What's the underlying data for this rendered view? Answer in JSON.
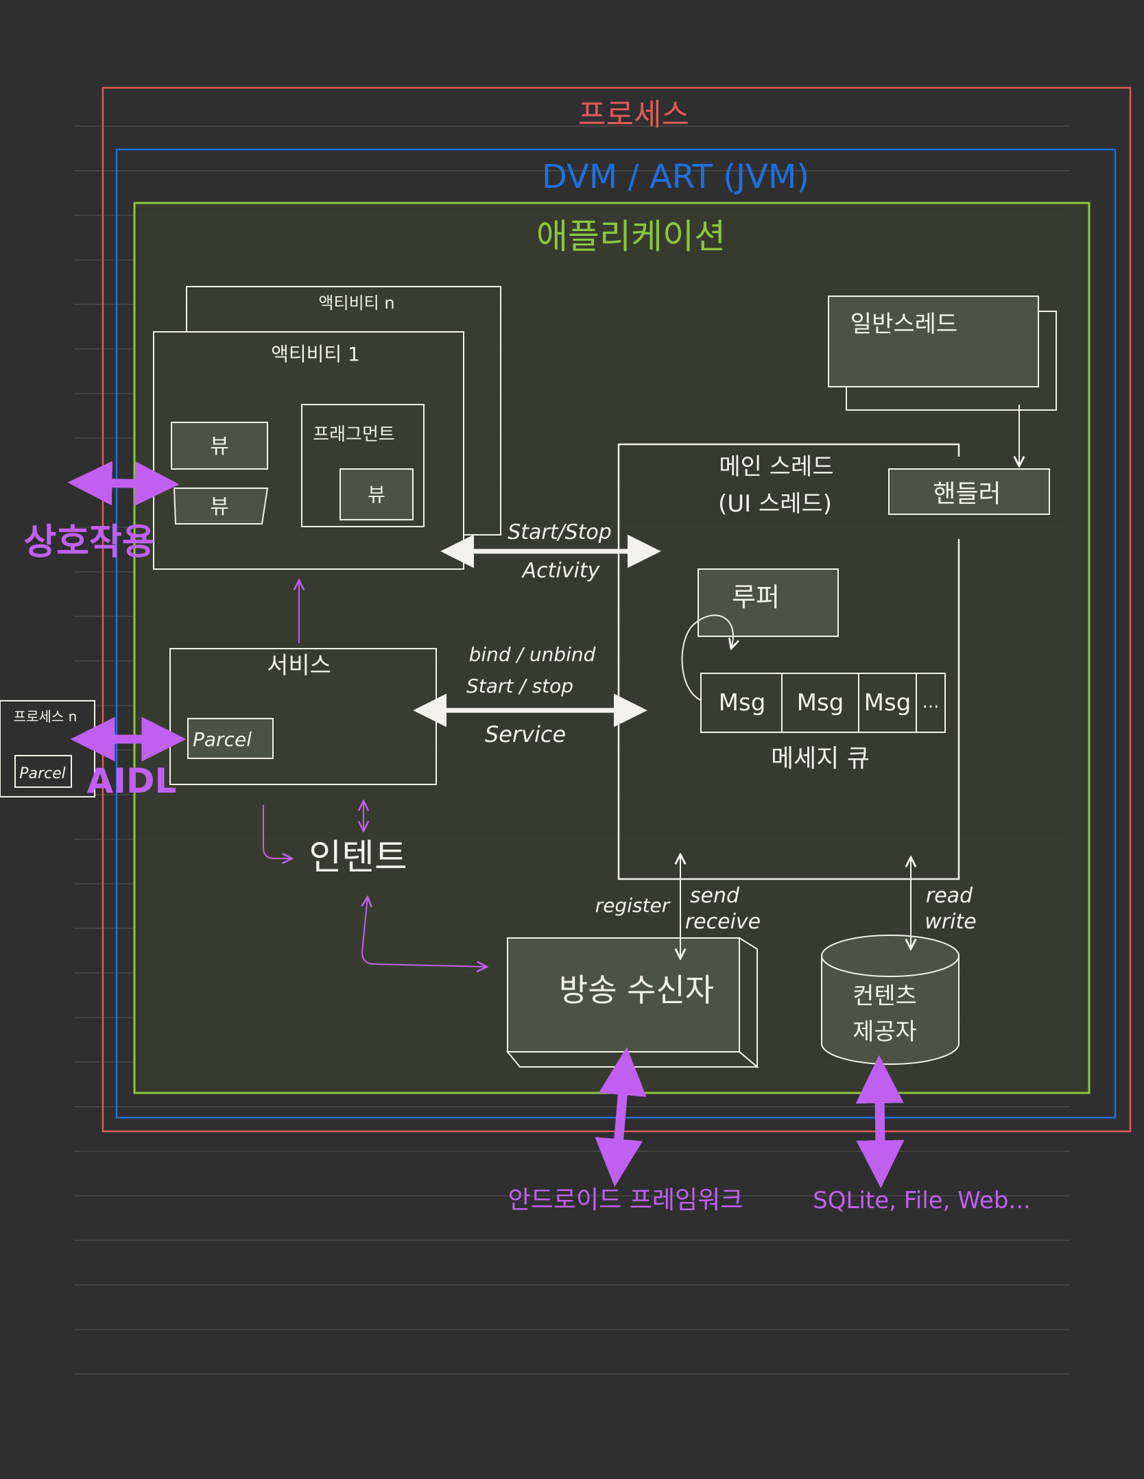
{
  "colors": {
    "background": "#2f2f2f",
    "ruled_line": "#4a4a4a",
    "process": "#e05a5a",
    "vm": "#1f6fe0",
    "application": "#8cc63f",
    "app_fill": "#383d30",
    "stroke": "#f2f2ea",
    "box_fill": "#4d5344",
    "accent": "#c060f0"
  },
  "labels": {
    "process": "프로세스",
    "vm": "DVM / ART (JVM)",
    "application": "애플리케이션",
    "activity_n": "액티비티 n",
    "activity_1": "액티비티 1",
    "view_1": "뷰",
    "view_2": "뷰",
    "fragment": "프래그먼트",
    "fragment_view": "뷰",
    "interaction": "상호작용",
    "worker_thread": "일반스레드",
    "handler": "핸들러",
    "main_thread_line1": "메인 스레드",
    "main_thread_line2": "(UI 스레드)",
    "start_stop_activity_line1": "Start/Stop",
    "start_stop_activity_line2": "Activity",
    "looper": "루퍼",
    "msg_1": "Msg",
    "msg_2": "Msg",
    "msg_3": "Msg",
    "msg_more": "...",
    "message_queue": "메세지 큐",
    "service": "서비스",
    "parcel": "Parcel",
    "service_arrow_line1": "bind / unbind",
    "service_arrow_line2": "Start / stop",
    "service_arrow_line3": "Service",
    "process_n": "프로세스 n",
    "process_n_parcel": "Parcel",
    "aidl": "AIDL",
    "intent": "인텐트",
    "register": "register",
    "send": "send",
    "receive": "receive",
    "read": "read",
    "write": "write",
    "broadcast_receiver": "방송 수신자",
    "content_provider_line1": "컨텐츠",
    "content_provider_line2": "제공자",
    "android_framework": "안드로이드 프레임워크",
    "storage": "SQLite, File, Web..."
  }
}
